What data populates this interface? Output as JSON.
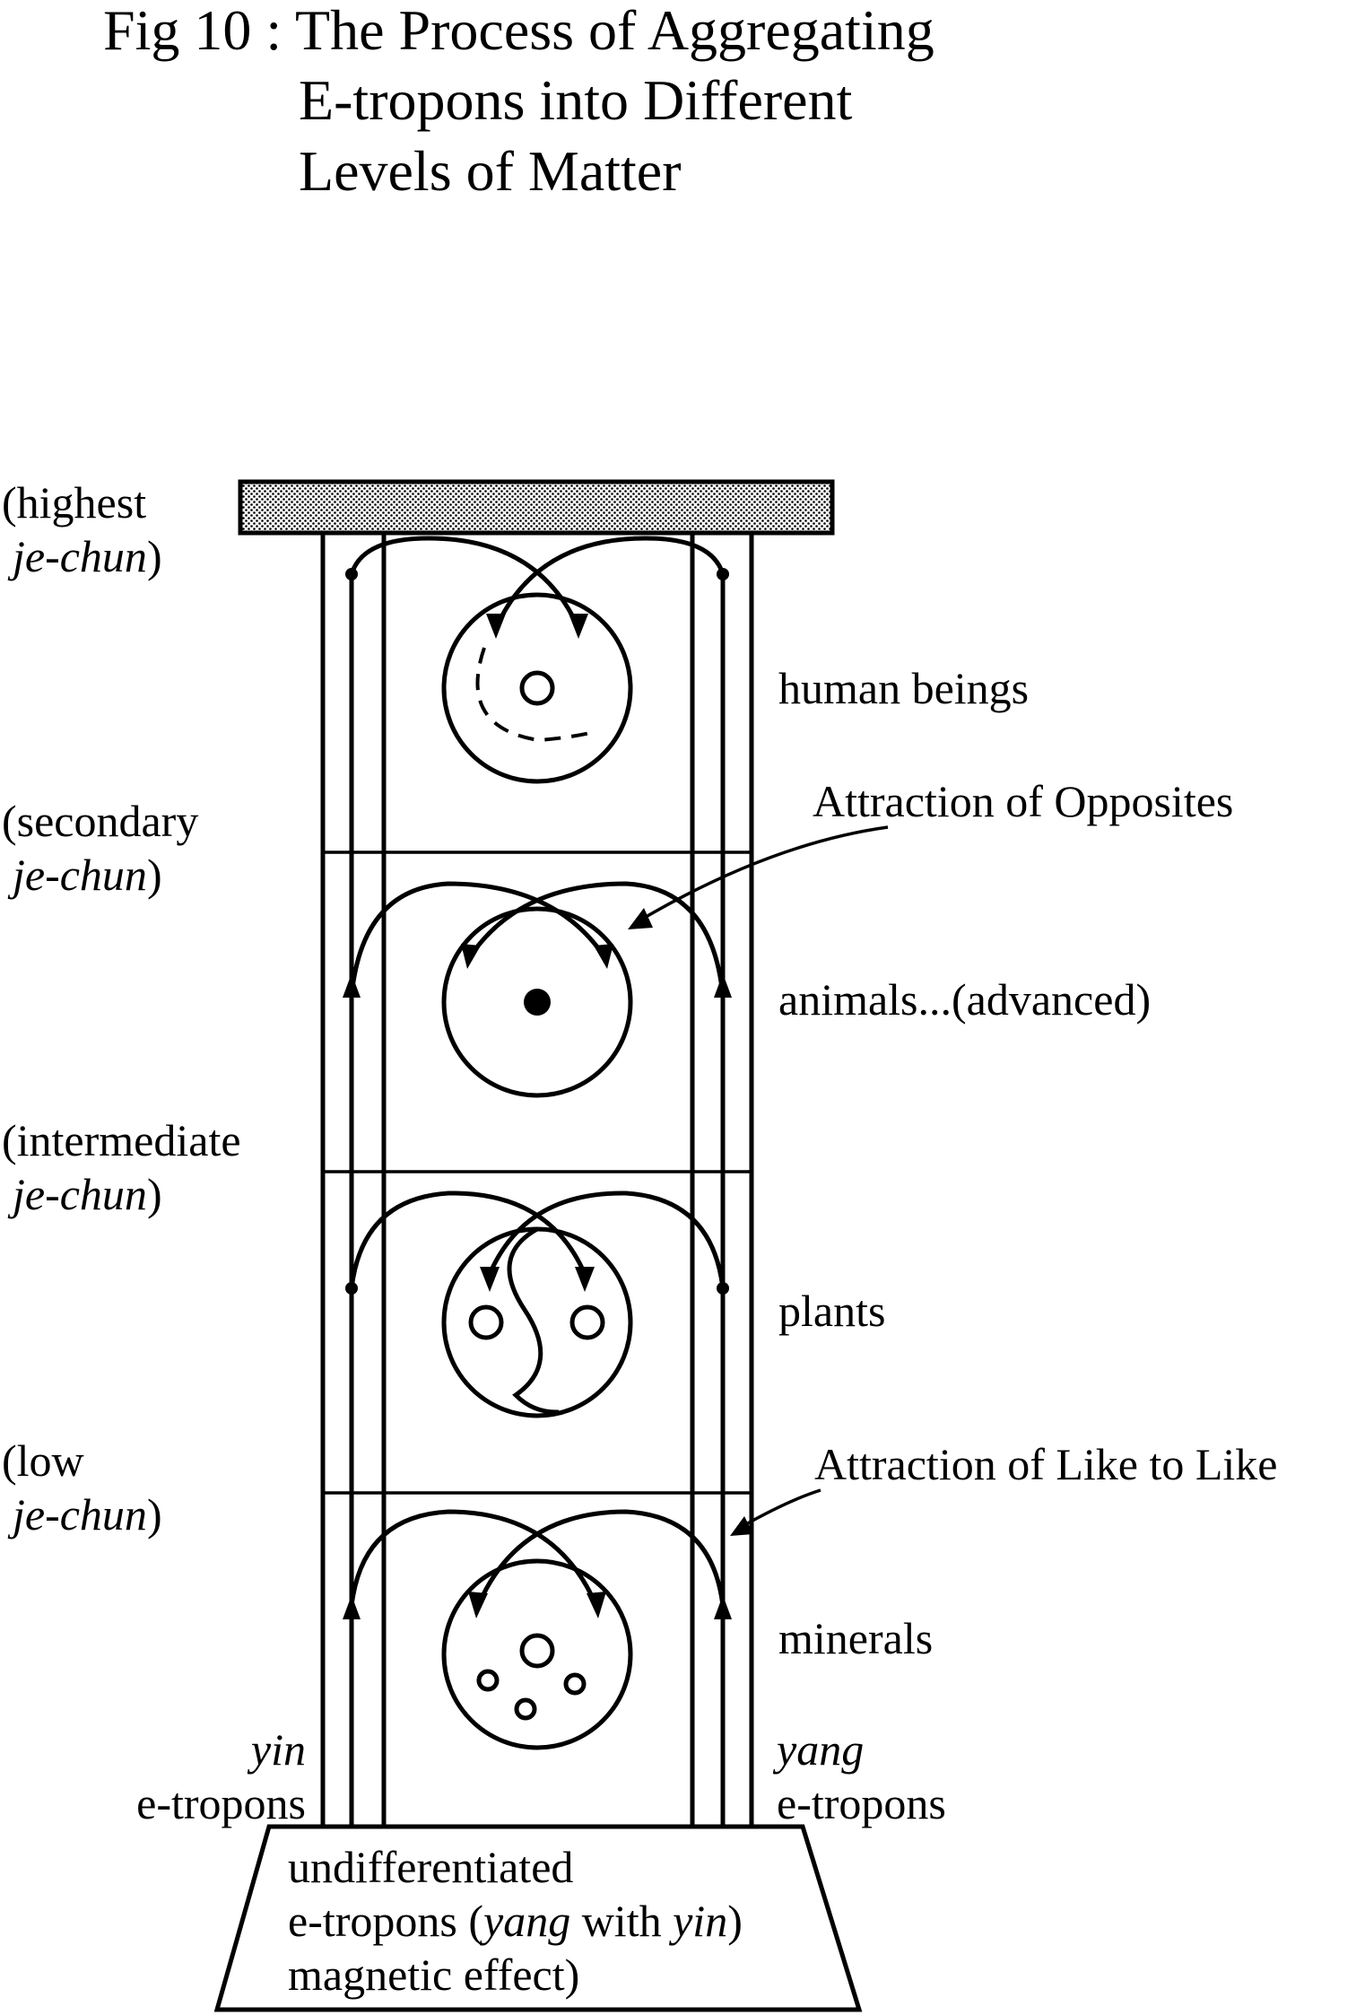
{
  "title": {
    "line1": "Fig 10 : The Process of Aggregating",
    "line2": "E-tropons into Different",
    "line3": "Levels of Matter"
  },
  "levels_left": [
    {
      "paren_word": "(highest",
      "term": "je-chun",
      "close": ")"
    },
    {
      "paren_word": "(secondary",
      "term": "je-chun",
      "close": ")"
    },
    {
      "paren_word": "(intermediate",
      "term": "je-chun",
      "close": ")"
    },
    {
      "paren_word": "(low",
      "term": "je-chun",
      "close": ")"
    }
  ],
  "levels_right": [
    "human beings",
    "animals...(advanced)",
    "plants",
    "minerals"
  ],
  "callouts": {
    "opposites": "Attraction of Opposites",
    "like": "Attraction of Like to Like"
  },
  "columns": {
    "left_italic": "yin",
    "left_word": "e-tropons",
    "right_italic": "yang",
    "right_word": "e-tropons"
  },
  "base": {
    "line1": "undifferentiated",
    "line2_a": "e-tropons (",
    "line2_b": "yang",
    "line2_c": " with ",
    "line2_d": "yin",
    "line2_e": ")",
    "line3": "magnetic effect)"
  }
}
